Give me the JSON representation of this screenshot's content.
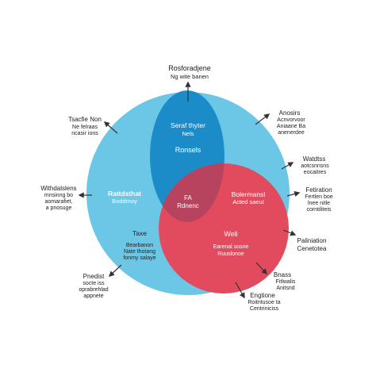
{
  "colors": {
    "outer_circle": "#6cc7e6",
    "inner_ellipse": "#1c8cc8",
    "red_circle": "#e24b5d",
    "overlap": "#b8435f",
    "arrow": "#333333"
  },
  "regions": {
    "ellipse_top": [
      "Seraf thyter",
      "Nels"
    ],
    "ellipse_mid": "Ronsels",
    "outer_left": [
      "Rattdsthat",
      "Boddmoy"
    ],
    "overlap": [
      "FA",
      "Rdnenc"
    ],
    "red_top": [
      "Bolermansl",
      "Acted saeut"
    ],
    "outer_bottom": [
      "Taxe",
      "Bearbanon",
      "Nate thotang",
      "fonmy salaye"
    ],
    "red_center": [
      "Weli",
      "Earenal sosne",
      "Ruuslonoe"
    ]
  },
  "annotations": {
    "top": [
      "Rosforadjene",
      "Ng wite banen"
    ],
    "top_left": [
      "Tsacfie Non",
      "Ne felraas",
      "ncasir ions"
    ],
    "top_right": [
      "Anosirs",
      "Acnvorvoor",
      "Aniaane Ba",
      "anenerdee"
    ],
    "right_upper": [
      "Watdtss",
      "aotcsnnsns",
      "eocaitres"
    ],
    "right": [
      "Fetiration",
      "Fertlen boe",
      "lnee nitle",
      "corntiliteis"
    ],
    "right_lower": [
      "Paliniation",
      "Cenetotea"
    ],
    "left": [
      "Withdalslens",
      "mnsinng bo",
      "aomarafiet,",
      "a pnosuge"
    ],
    "bottom_left": [
      "Pnedist",
      "socte iss",
      "oprabrehlad",
      "appnete"
    ],
    "bottom_right_a": [
      "Bnass",
      "Fitlwalis",
      "Anitsnd"
    ],
    "bottom_right_b": [
      "Engtione",
      "Roitntusoe ta",
      "Centriniciss"
    ]
  }
}
